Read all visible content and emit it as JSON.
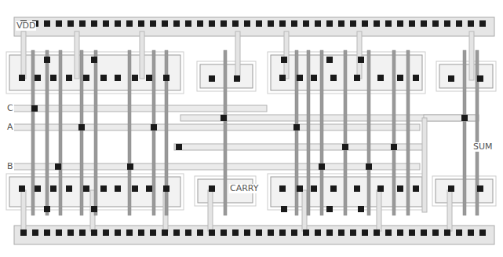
{
  "diagram": {
    "labels": [
      "VDD",
      "C",
      "A",
      "B",
      "CARRY",
      "SUM"
    ]
  }
}
